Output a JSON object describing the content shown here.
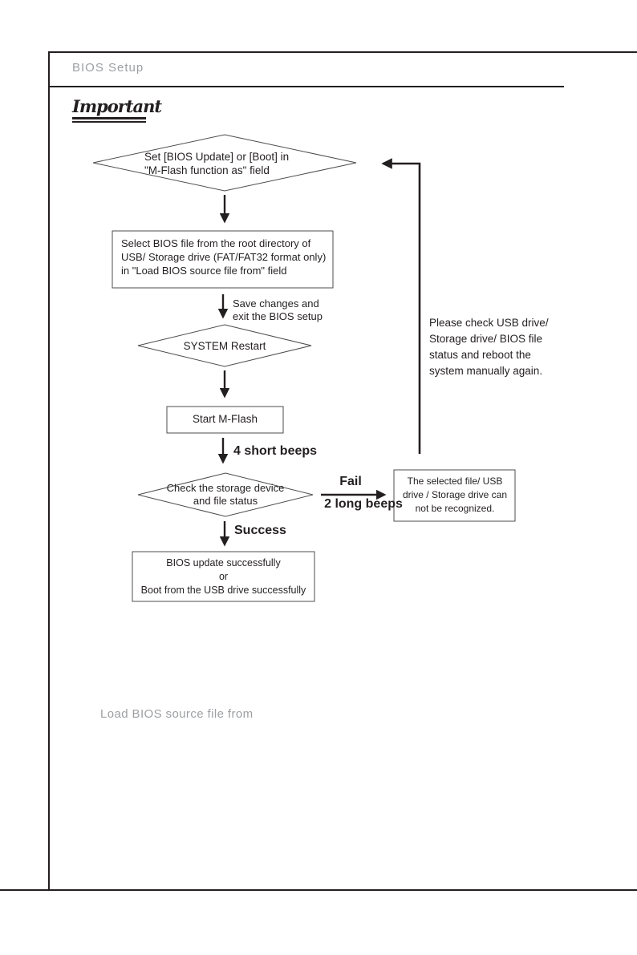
{
  "header": {
    "title": "BIOS Setup"
  },
  "important_label": "Important",
  "flowchart": {
    "diamond1": "Set [BIOS Update] or [Boot] in\n\"M-Flash function as\" field",
    "box1": "Select BIOS file from the root directory of\nUSB/ Storage drive (FAT/FAT32 format only)\nin \"Load BIOS source file from\" field",
    "save_label": "Save changes and\nexit the BIOS setup",
    "diamond2": "SYSTEM Restart",
    "box2": "Start M-Flash",
    "beeps4_label": "4 short beeps",
    "diamond3": "Check the storage device\nand file status",
    "fail_label": "Fail",
    "beeps2_label": "2 long beeps",
    "fail_box": "The selected file/ USB\ndrive / Storage drive can\nnot be recognized.",
    "success_label": "Success",
    "box3": "BIOS update successfully\nor\nBoot from the USB drive successfully",
    "loop_note": "Please check USB drive/\nStorage drive/ BIOS file\nstatus and reboot the\nsystem manually again."
  },
  "section": {
    "title": "Load BIOS source file from"
  },
  "colors": {
    "ink": "#231f20",
    "shape_stroke": "#4d4d4f",
    "gray_heading": "#9d9fa2"
  }
}
